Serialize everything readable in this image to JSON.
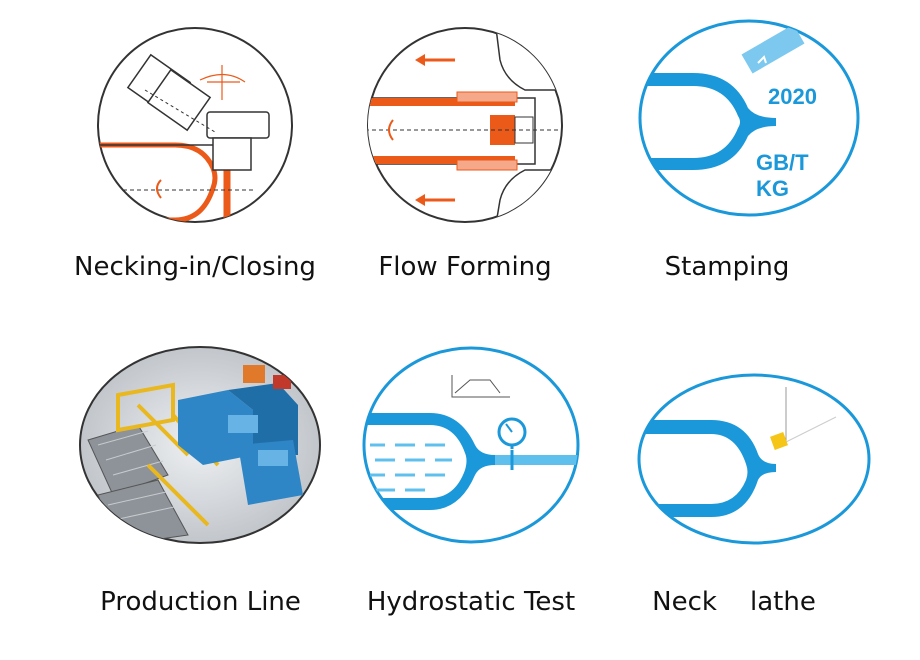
{
  "colors": {
    "orange": "#ec5a1a",
    "blue": "#1b98d9",
    "outline": "#333333",
    "stamp_text": "#1b98d9",
    "valve_yellow": "#f5c518"
  },
  "labels": {
    "necking": "Necking-in/Closing",
    "flow": "Flow Forming",
    "stamping": "Stamping",
    "production": "Production Line",
    "hydro": "Hydrostatic Test",
    "neck_lathe": "Neck    lathe"
  },
  "stamp": {
    "year": "2020",
    "standard": "GB/T",
    "mark": "KG"
  }
}
